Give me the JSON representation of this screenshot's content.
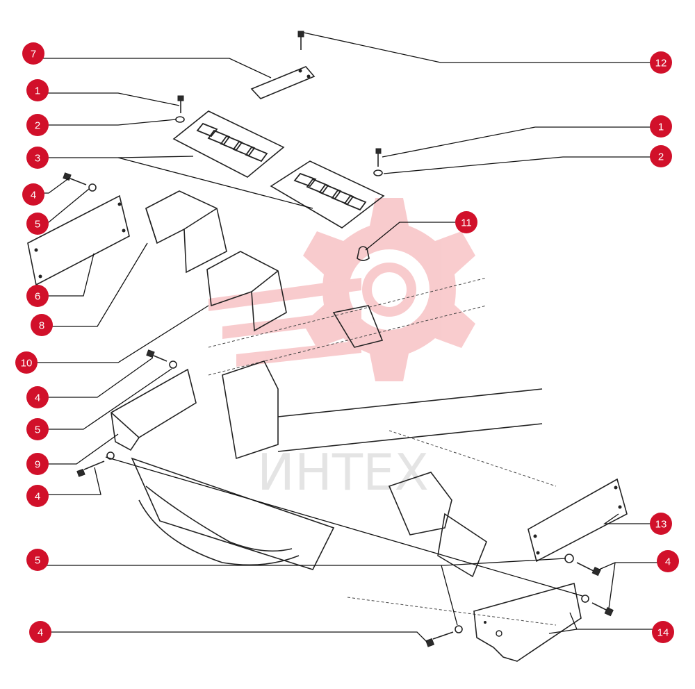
{
  "watermark": {
    "text": "ИНТЕХ",
    "color": "#e8474f"
  },
  "callout_color": "#d1102a",
  "callouts": [
    {
      "label": "7"
    },
    {
      "label": "12"
    },
    {
      "label": "1"
    },
    {
      "label": "2"
    },
    {
      "label": "1"
    },
    {
      "label": "3"
    },
    {
      "label": "2"
    },
    {
      "label": "4"
    },
    {
      "label": "5"
    },
    {
      "label": "11"
    },
    {
      "label": "6"
    },
    {
      "label": "8"
    },
    {
      "label": "10"
    },
    {
      "label": "4"
    },
    {
      "label": "5"
    },
    {
      "label": "9"
    },
    {
      "label": "4"
    },
    {
      "label": "13"
    },
    {
      "label": "5"
    },
    {
      "label": "4"
    },
    {
      "label": "4"
    },
    {
      "label": "14"
    }
  ]
}
